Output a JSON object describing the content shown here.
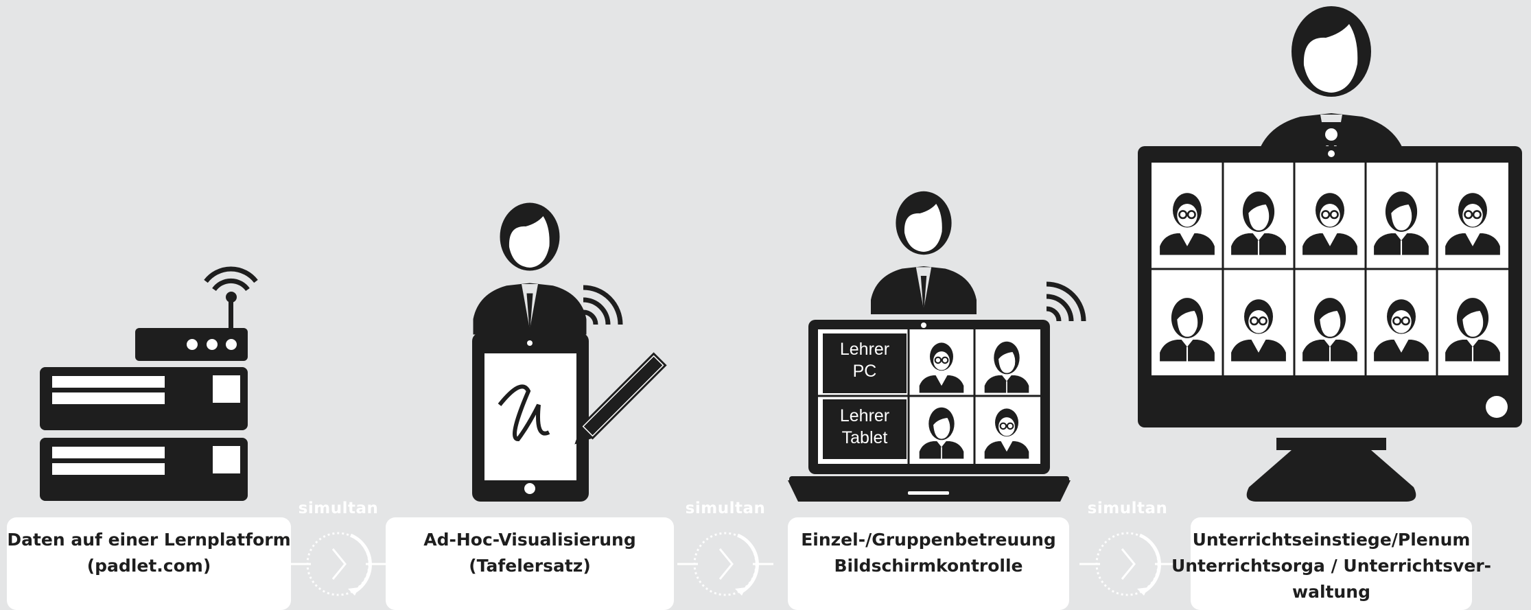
{
  "steps": [
    {
      "label_line1": "Daten auf einer Lernplatform",
      "label_line2": "(padlet.com)",
      "icon": "server-icon"
    },
    {
      "label_line1": "Ad-Hoc-Visualisierung",
      "label_line2": "(Tafelersatz)",
      "icon": "tablet-pen-icon"
    },
    {
      "label_line1": "Einzel-/Gruppenbetreuung",
      "label_line2": "Bildschirmkontrolle",
      "icon": "laptop-icon"
    },
    {
      "label_line1": "Unterrichtseinstiege/Plenum",
      "label_line2": "Unterrichtsorga / Unterrichtsver-",
      "label_line3": "waltung",
      "icon": "monitor-icon"
    }
  ],
  "connector_label": "simultan",
  "laptop_tiles": {
    "teacher_pc": {
      "line1": "Lehrer",
      "line2": "PC"
    },
    "teacher_tablet": {
      "line1": "Lehrer",
      "line2": "Tablet"
    }
  },
  "colors": {
    "background": "#e4e5e6",
    "icon": "#1e1e1e",
    "box": "#ffffff",
    "connector": "#ffffff"
  }
}
